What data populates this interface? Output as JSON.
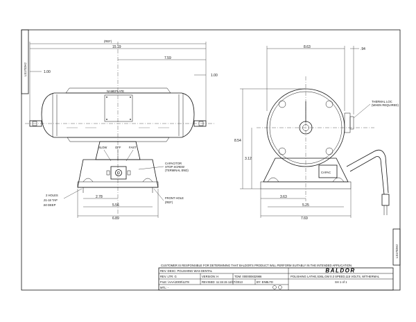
{
  "drawing_number": "LS1702H2",
  "brand": "BALDOR",
  "dimensions": {
    "ref_width": "(REF)",
    "overall_length": "15.19",
    "half_length": "7.59",
    "shaft_left": "1.00",
    "shaft_right": "1.00",
    "base_278": "2.78",
    "base_556": "5.56",
    "base_689": "6.89",
    "front_width": "8.63",
    "front_94": ".94",
    "height_854": "8.54",
    "height_312": "3.12",
    "front_363": "3.63",
    "front_525": "5.25",
    "front_769": "7.69"
  },
  "labels": {
    "nameplate": "NAMEPLATE",
    "slow": "SLOW",
    "off": "OFF",
    "fast": "FAST",
    "capacitor_line1": "CAPACITOR",
    "capacitor_line2": "STOP SCREW",
    "capacitor_line3": "(TERMINAL END)",
    "holes_line1": "2 HOLES",
    "holes_line2": ".31-18 TAP",
    "holes_line3": ".50 DEEP",
    "front_hole_line1": "FRONT HOLE",
    "front_hole_line2": "(REF)",
    "thermal_line1": "THERMAL LOC",
    "thermal_line2": "(WHEN REQUIRED)",
    "capac": "CAPAC"
  },
  "title_block": {
    "disclaimer": "CUSTOMER IS RESPONSIBLE FOR DETERMINING THAT BALDOR'S PRODUCT WILL PERFORM SUITABLY IN THE INTENDED APPLICATION.",
    "rev_desc": "REV. DESC: POLISHING WAS DENTAL",
    "rev_ltr": "REV. LTR: G",
    "version": "VERSION: H",
    "tdm": "TDM: 000000832986",
    "file": "FILE: \\AAA\\2000\\1278",
    "revised": "REVISED: 11:15:15 12/27/2013",
    "by": "BY: ENBLTD",
    "mtl": "MTL: -",
    "description": "POLISHING LATHE,S36L,GM 0.3 SPEED,115 VOLTS, W/THERMAL",
    "sheet": "SH 1 of 1"
  }
}
